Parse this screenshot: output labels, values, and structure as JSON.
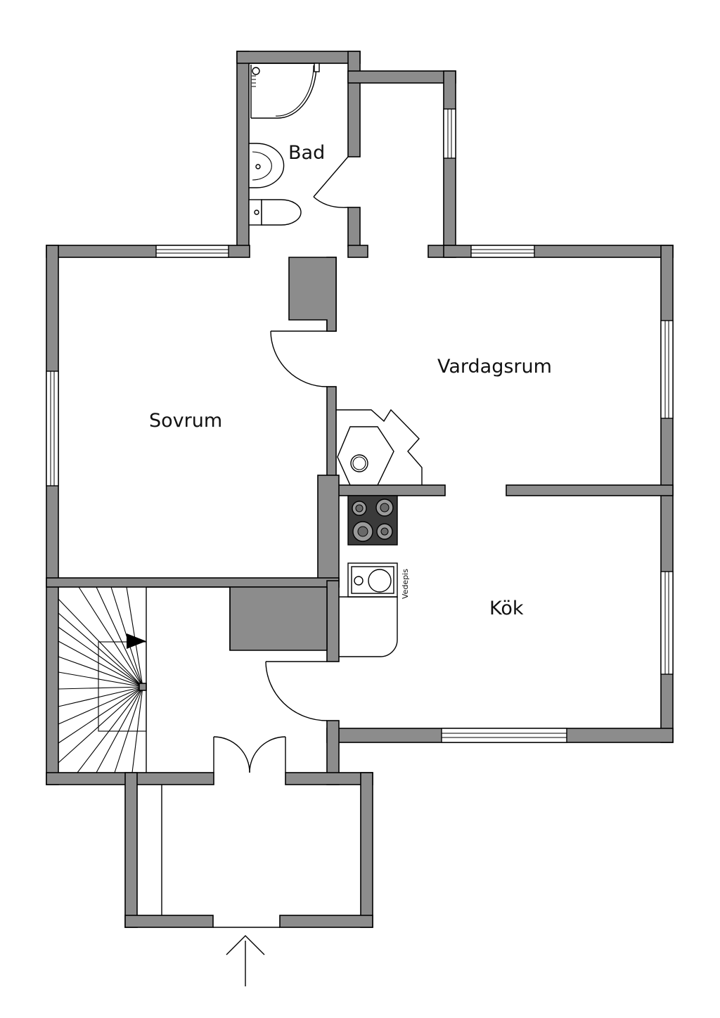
{
  "rooms": {
    "bad": "Bad",
    "vardagsrum": "Vardagsrum",
    "sovrum": "Sovrum",
    "kok": "Kök"
  },
  "fixtures": {
    "vedepis": "Vedepis"
  },
  "colors": {
    "wall": "#8c8c8c",
    "line": "#000000",
    "background": "#ffffff",
    "stove": "#3a3a3a"
  },
  "icons": {
    "entrance": "arrow-up-icon",
    "stair_direction": "arrow-right-icon"
  }
}
